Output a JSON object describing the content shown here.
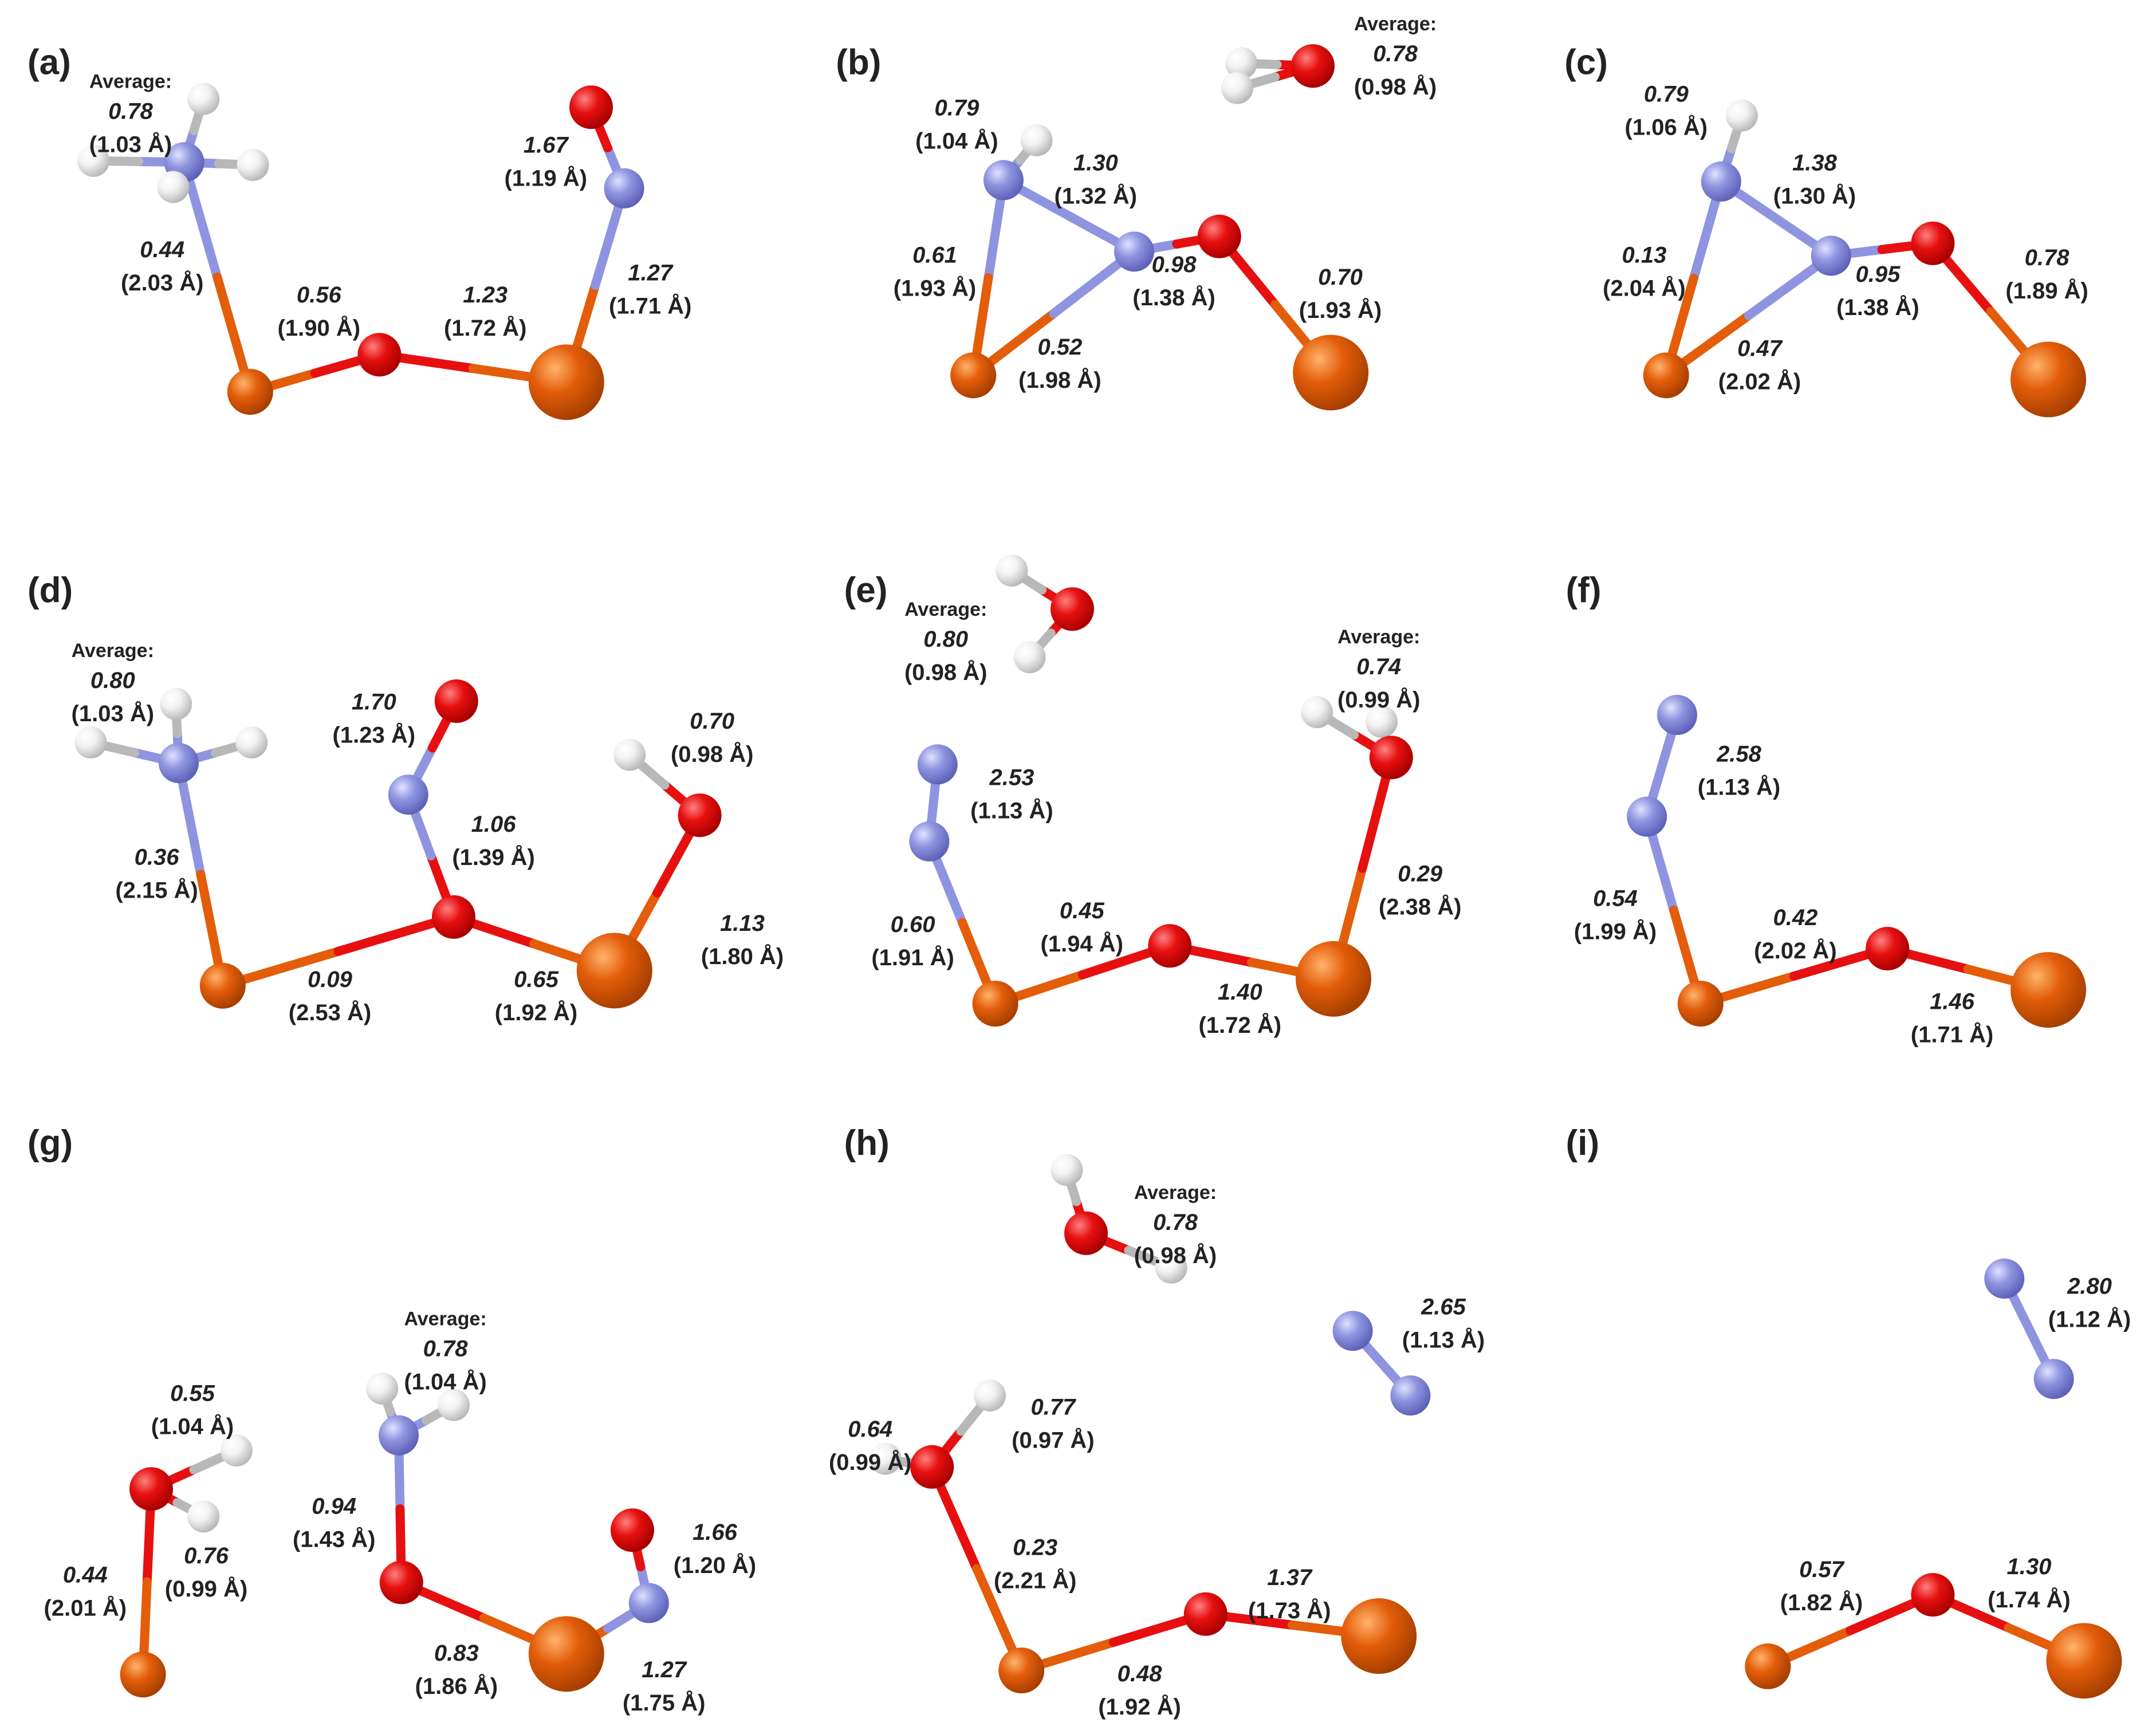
{
  "colors": {
    "Fe": "#e35d0a",
    "Fe_light": "#ffb36b",
    "Fe_dark": "#a63f00",
    "O": "#e61010",
    "O_light": "#ff8080",
    "O_dark": "#a80000",
    "N": "#8f94e0",
    "N_light": "#e0e2ff",
    "N_dark": "#5d61b8",
    "H": "#f2f2f2",
    "H_light": "#ffffff",
    "H_dark": "#b8b8b8",
    "text": "#222222"
  },
  "common": {
    "average_label": "Average:"
  },
  "panels": [
    {
      "label": "(a)",
      "labels": [
        {
          "val": "0.78",
          "dist": "(1.03 Å)",
          "avg": true
        },
        {
          "val": "0.44",
          "dist": "(2.03 Å)"
        },
        {
          "val": "0.56",
          "dist": "(1.90 Å)"
        },
        {
          "val": "1.23",
          "dist": "(1.72 Å)"
        },
        {
          "val": "1.67",
          "dist": "(1.19 Å)"
        },
        {
          "val": "1.27",
          "dist": "(1.71 Å)"
        }
      ]
    },
    {
      "label": "(b)",
      "labels": [
        {
          "val": "0.78",
          "dist": "(0.98 Å)",
          "avg": true
        },
        {
          "val": "0.79",
          "dist": "(1.04 Å)"
        },
        {
          "val": "1.30",
          "dist": "(1.32 Å)"
        },
        {
          "val": "0.61",
          "dist": "(1.93 Å)"
        },
        {
          "val": "0.98",
          "dist": "(1.38 Å)"
        },
        {
          "val": "0.70",
          "dist": "(1.93 Å)"
        },
        {
          "val": "0.52",
          "dist": "(1.98 Å)"
        }
      ]
    },
    {
      "label": "(c)",
      "labels": [
        {
          "val": "0.79",
          "dist": "(1.06 Å)"
        },
        {
          "val": "1.38",
          "dist": "(1.30 Å)"
        },
        {
          "val": "0.13",
          "dist": "(2.04 Å)"
        },
        {
          "val": "0.95",
          "dist": "(1.38 Å)"
        },
        {
          "val": "0.78",
          "dist": "(1.89 Å)"
        },
        {
          "val": "0.47",
          "dist": "(2.02 Å)"
        }
      ]
    },
    {
      "label": "(d)",
      "labels": [
        {
          "val": "0.80",
          "dist": "(1.03 Å)",
          "avg": true
        },
        {
          "val": "1.70",
          "dist": "(1.23 Å)"
        },
        {
          "val": "0.70",
          "dist": "(0.98 Å)"
        },
        {
          "val": "1.06",
          "dist": "(1.39 Å)"
        },
        {
          "val": "0.36",
          "dist": "(2.15 Å)"
        },
        {
          "val": "1.13",
          "dist": "(1.80 Å)"
        },
        {
          "val": "0.09",
          "dist": "(2.53 Å)"
        },
        {
          "val": "0.65",
          "dist": "(1.92 Å)"
        }
      ]
    },
    {
      "label": "(e)",
      "labels": [
        {
          "val": "0.80",
          "dist": "(0.98 Å)",
          "avg": true
        },
        {
          "val": "0.74",
          "dist": "(0.99 Å)",
          "avg": true
        },
        {
          "val": "2.53",
          "dist": "(1.13 Å)"
        },
        {
          "val": "0.29",
          "dist": "(2.38 Å)"
        },
        {
          "val": "0.45",
          "dist": "(1.94 Å)"
        },
        {
          "val": "0.60",
          "dist": "(1.91 Å)"
        },
        {
          "val": "1.40",
          "dist": "(1.72 Å)"
        }
      ]
    },
    {
      "label": "(f)",
      "labels": [
        {
          "val": "2.58",
          "dist": "(1.13 Å)"
        },
        {
          "val": "0.54",
          "dist": "(1.99 Å)"
        },
        {
          "val": "0.42",
          "dist": "(2.02 Å)"
        },
        {
          "val": "1.46",
          "dist": "(1.71 Å)"
        }
      ]
    },
    {
      "label": "(g)",
      "labels": [
        {
          "val": "0.78",
          "dist": "(1.04 Å)",
          "avg": true
        },
        {
          "val": "0.55",
          "dist": "(1.04 Å)"
        },
        {
          "val": "0.94",
          "dist": "(1.43 Å)"
        },
        {
          "val": "1.66",
          "dist": "(1.20 Å)"
        },
        {
          "val": "0.44",
          "dist": "(2.01 Å)"
        },
        {
          "val": "0.76",
          "dist": "(0.99 Å)"
        },
        {
          "val": "0.83",
          "dist": "(1.86 Å)"
        },
        {
          "val": "1.27",
          "dist": "(1.75 Å)"
        }
      ]
    },
    {
      "label": "(h)",
      "labels": [
        {
          "val": "0.78",
          "dist": "(0.98 Å)",
          "avg": true
        },
        {
          "val": "2.65",
          "dist": "(1.13 Å)"
        },
        {
          "val": "0.64",
          "dist": "(0.99 Å)"
        },
        {
          "val": "0.77",
          "dist": "(0.97 Å)"
        },
        {
          "val": "0.23",
          "dist": "(2.21 Å)"
        },
        {
          "val": "1.37",
          "dist": "(1.73 Å)"
        },
        {
          "val": "0.48",
          "dist": "(1.92 Å)"
        }
      ]
    },
    {
      "label": "(i)",
      "labels": [
        {
          "val": "2.80",
          "dist": "(1.12 Å)"
        },
        {
          "val": "0.57",
          "dist": "(1.82 Å)"
        },
        {
          "val": "1.30",
          "dist": "(1.74 Å)"
        }
      ]
    }
  ]
}
